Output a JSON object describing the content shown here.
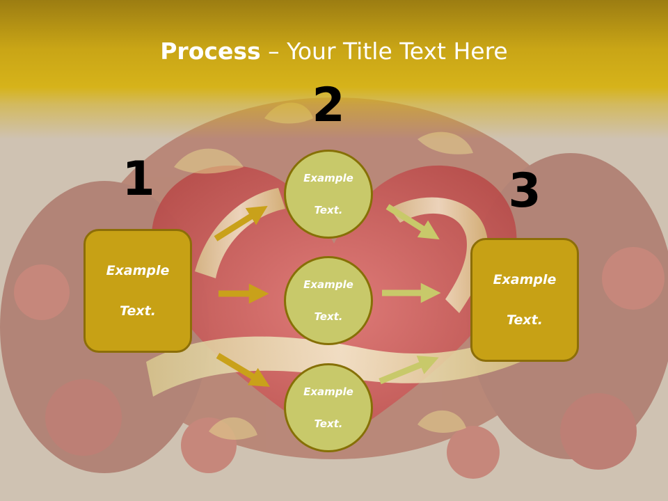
{
  "title": {
    "bold": "Process",
    "rest": " – Your Title Text Here"
  },
  "steps": [
    {
      "number": "1"
    },
    {
      "number": "2"
    },
    {
      "number": "3"
    }
  ],
  "nodes": {
    "left_box": {
      "line1": "Example",
      "line2": "Text."
    },
    "circle_top": {
      "line1": "Example",
      "line2": "Text."
    },
    "circle_middle": {
      "line1": "Example",
      "line2": "Text."
    },
    "circle_bottom": {
      "line1": "Example",
      "line2": "Text."
    },
    "right_box": {
      "line1": "Example",
      "line2": "Text."
    }
  },
  "colors": {
    "header": "#c9a516",
    "box_fill": "#c7a115",
    "circle_fill": "#c8c96a",
    "arrow_in": "#c9a11a",
    "arrow_out": "#c8c96a"
  }
}
